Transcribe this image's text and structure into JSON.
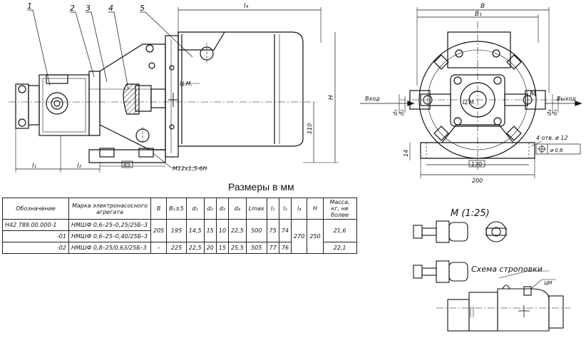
{
  "side_view": {
    "callouts": [
      "1",
      "2",
      "3",
      "4",
      "5"
    ],
    "dims": {
      "l4": "l₄",
      "l1": "l₁",
      "l2": "l₂",
      "base": "85",
      "thread": "M12x1,5-6H",
      "height_110": "110",
      "H": "H",
      "cm": "Ц.M."
    }
  },
  "front_view": {
    "dims": {
      "B": "B",
      "B1": "B₁",
      "d1": "d₁",
      "d2": "d₂",
      "d3": "d₃",
      "d4": "d₄",
      "h14": "14",
      "w170": "170",
      "w200": "200",
      "holes": "4 отв. ø 12",
      "position": "ø 0,8",
      "M": "M",
      "cm": "Ц.M."
    },
    "inlet": "Вход",
    "outlet": "Выход"
  },
  "sling": {
    "scale_label": "M (1:25)",
    "scheme_label": "Схема строповки",
    "cm_label": "ЦM"
  },
  "table": {
    "caption": "Размеры в мм",
    "headers": {
      "designation": "Обозначение",
      "brand": "Марка электронасосного агрегата",
      "B": "B",
      "B1": "B₁±5",
      "d1": "d₁",
      "d2": "d₂",
      "d3": "d₃",
      "d4": "d₄",
      "lmax": "Lmax",
      "l1": "l₁",
      "l2": "l₂",
      "l4": "l₄",
      "H": "H",
      "mass": "Масса, кг, не более"
    },
    "rows": [
      {
        "designation": "H42 789.00.000-1",
        "brand": "НМШФ 0,6–25–0,25/25Б–3",
        "B": "205",
        "B1": "195",
        "d1": "14,5",
        "d2": "15",
        "d3": "10",
        "d4": "22,5",
        "lmax": "500",
        "l1": "75",
        "l2": "74",
        "l4": "270",
        "H": "250",
        "mass": "21,6"
      },
      {
        "designation": "-01",
        "brand": "НМШФ 0,6–25–0,40/25Б–3",
        "mass": ""
      },
      {
        "designation": "-02",
        "brand": "НМШФ 0,8–25/0,63/25Б–3",
        "B": "–",
        "B1": "225",
        "d1": "22,5",
        "d2": "20",
        "d3": "15",
        "d4": "25,5",
        "lmax": "505",
        "l1": "77",
        "l2": "76",
        "mass": "22,1"
      }
    ]
  }
}
